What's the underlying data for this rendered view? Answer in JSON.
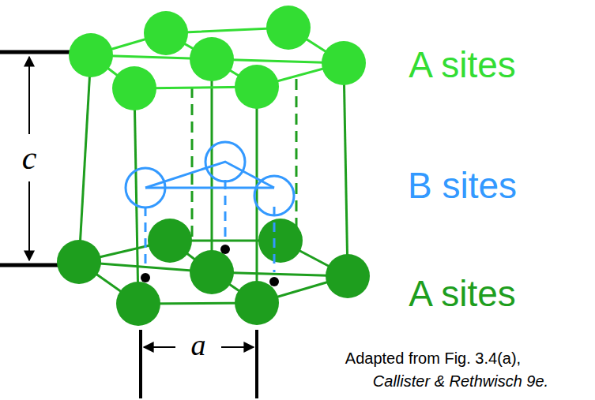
{
  "diagram": {
    "labels": [
      "c",
      "A sites",
      "B sites",
      "A sites",
      "a",
      "Adapted from Fig. 3.4(a),",
      "Callister & Rethwisch 9e."
    ]
  }
}
